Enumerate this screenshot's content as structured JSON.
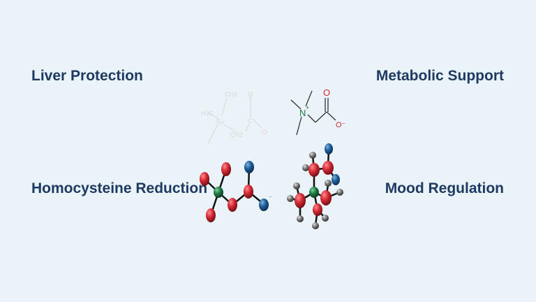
{
  "benefits": {
    "top_left": "Liver Protection",
    "top_right": "Metabolic Support",
    "bottom_left": "Homocysteine Reduction",
    "bottom_right": "Mood Regulation"
  },
  "structure_labels": {
    "h3c": "H3C",
    "ch3": "CH3",
    "n_plus": "N+",
    "ch2": "CH2",
    "c": "C",
    "o": "O",
    "o_minus": "O-"
  },
  "colors": {
    "background": "#eaf3f7",
    "text": "#1e3a62",
    "oxygen": "#d42a35",
    "nitrogen": "#1f7a45",
    "carbon_blue": "#1e5f9a",
    "hydrogen": "#7a7a7a"
  }
}
